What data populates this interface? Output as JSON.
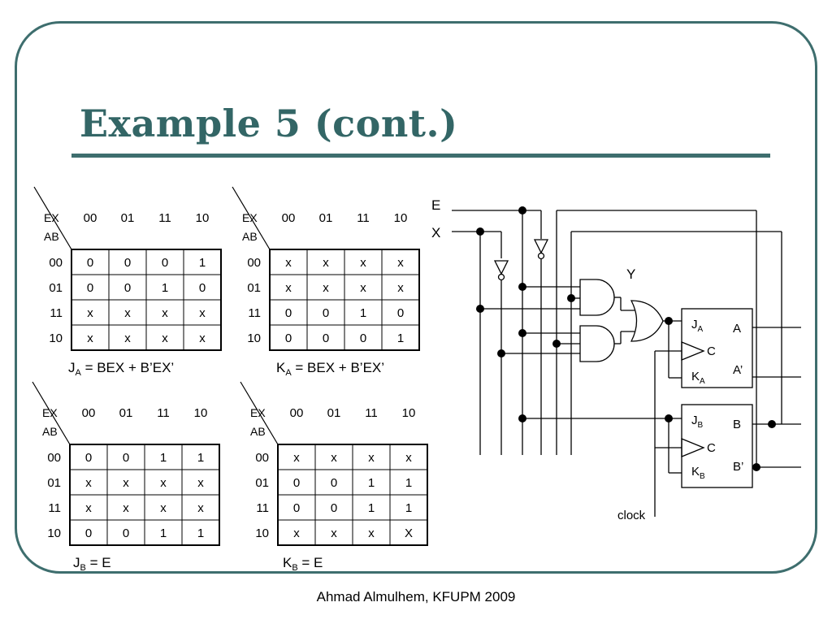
{
  "title": "Example 5 (cont.)",
  "footer": "Ahmad Almulhem, KFUPM 2009",
  "kmaps": [
    {
      "row_var": "AB",
      "col_var": "EX",
      "cols": [
        "00",
        "01",
        "11",
        "10"
      ],
      "rows": [
        "00",
        "01",
        "11",
        "10"
      ],
      "cells": [
        [
          "0",
          "0",
          "0",
          "1"
        ],
        [
          "0",
          "0",
          "1",
          "0"
        ],
        [
          "x",
          "x",
          "x",
          "x"
        ],
        [
          "x",
          "x",
          "x",
          "x"
        ]
      ],
      "equation": {
        "lhs": "J",
        "sub": "A",
        "rhs": " = BEX + B’EX’"
      }
    },
    {
      "row_var": "AB",
      "col_var": "EX",
      "cols": [
        "00",
        "01",
        "11",
        "10"
      ],
      "rows": [
        "00",
        "01",
        "11",
        "10"
      ],
      "cells": [
        [
          "x",
          "x",
          "x",
          "x"
        ],
        [
          "x",
          "x",
          "x",
          "x"
        ],
        [
          "0",
          "0",
          "1",
          "0"
        ],
        [
          "0",
          "0",
          "0",
          "1"
        ]
      ],
      "equation": {
        "lhs": "K",
        "sub": "A",
        "rhs": " = BEX + B’EX’"
      }
    },
    {
      "row_var": "AB",
      "col_var": "EX",
      "cols": [
        "00",
        "01",
        "11",
        "10"
      ],
      "rows": [
        "00",
        "01",
        "11",
        "10"
      ],
      "cells": [
        [
          "0",
          "0",
          "1",
          "1"
        ],
        [
          "x",
          "x",
          "x",
          "x"
        ],
        [
          "x",
          "x",
          "x",
          "x"
        ],
        [
          "0",
          "0",
          "1",
          "1"
        ]
      ],
      "equation": {
        "lhs": "J",
        "sub": "B",
        "rhs": " = E"
      }
    },
    {
      "row_var": "AB",
      "col_var": "EX",
      "cols": [
        "00",
        "01",
        "11",
        "10"
      ],
      "rows": [
        "00",
        "01",
        "11",
        "10"
      ],
      "cells": [
        [
          "x",
          "x",
          "x",
          "x"
        ],
        [
          "0",
          "0",
          "1",
          "1"
        ],
        [
          "0",
          "0",
          "1",
          "1"
        ],
        [
          "x",
          "x",
          "x",
          "X"
        ]
      ],
      "equation": {
        "lhs": "K",
        "sub": "B",
        "rhs": " = E"
      }
    }
  ],
  "circuit": {
    "input_e": "E",
    "input_x": "X",
    "output_y": "Y",
    "clock": "clock",
    "ff_a": {
      "j": "J",
      "j_sub": "A",
      "c": "C",
      "k": "K",
      "k_sub": "A",
      "q": "A",
      "qn": "A’"
    },
    "ff_b": {
      "j": "J",
      "j_sub": "B",
      "c": "C",
      "k": "K",
      "k_sub": "B",
      "q": "B",
      "qn": "B’"
    }
  }
}
